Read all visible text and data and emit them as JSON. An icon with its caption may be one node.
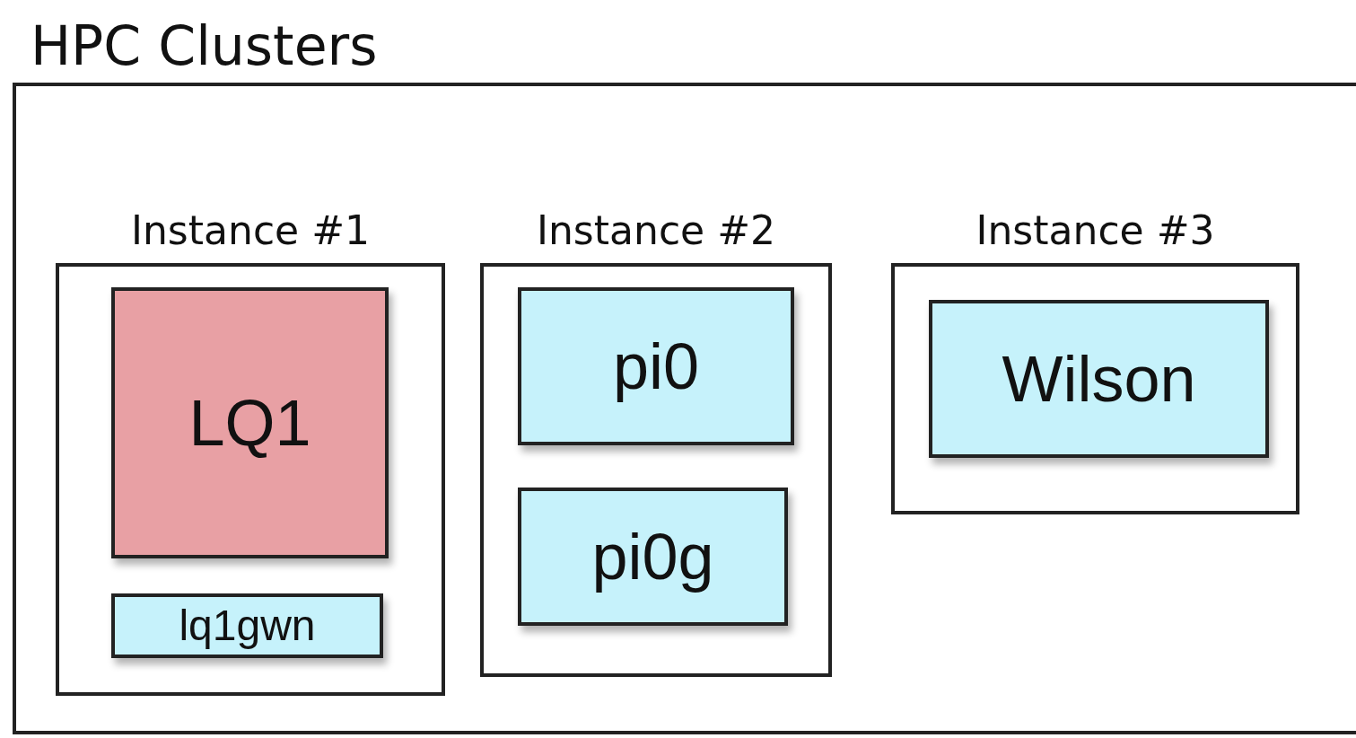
{
  "diagram": {
    "nodes": [
      {
        "text": [
          "HPC Clusters"
        ]
      },
      {
        "text": [
          "Instance #1"
        ],
        "in": 0
      },
      {
        "text": [
          "LQ1"
        ],
        "in": 1
      },
      {
        "text": [
          "lq1gwn"
        ],
        "in": 1
      },
      {
        "text": [
          "Instance #2"
        ],
        "in": 0
      },
      {
        "text": [
          "pi0"
        ],
        "in": 4
      },
      {
        "text": [
          "pi0g"
        ],
        "in": 4
      },
      {
        "text": [
          "Instance #3"
        ],
        "in": 0
      },
      {
        "text": [
          "Wilson"
        ],
        "in": 7
      }
    ]
  }
}
